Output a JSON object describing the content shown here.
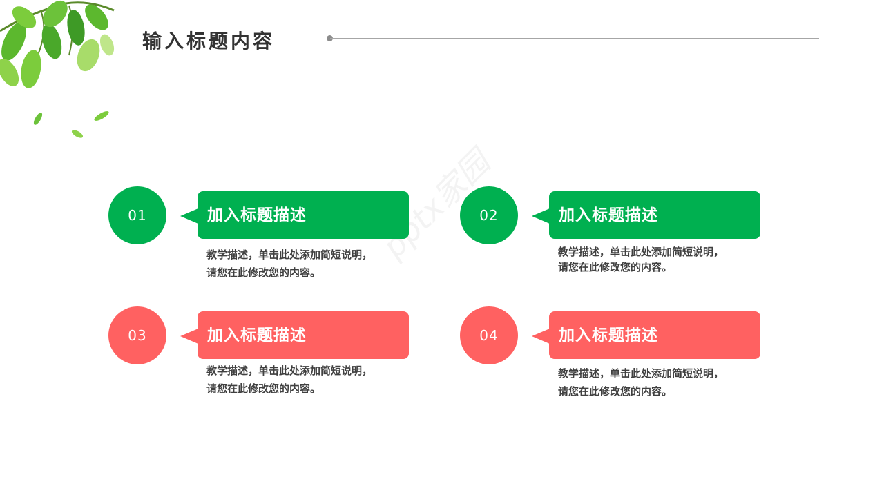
{
  "page": {
    "title": "输入标题内容"
  },
  "watermark": "pptx家园",
  "items": [
    {
      "number": "01",
      "heading": "加入标题描述",
      "description": "教学描述，单击此处添加简短说明，请您在此修改您的内容。",
      "color": "#00b050"
    },
    {
      "number": "02",
      "heading": "加入标题描述",
      "description": "教学描述，单击此处添加简短说明，请您在此修改您的内容。",
      "color": "#00b050"
    },
    {
      "number": "03",
      "heading": "加入标题描述",
      "description": "教学描述，单击此处添加简短说明，请您在此修改您的内容。",
      "color": "#ff6161"
    },
    {
      "number": "04",
      "heading": "加入标题描述",
      "description": "教学描述，单击此处添加简短说明，请您在此修改您的内容。",
      "color": "#ff6161"
    }
  ]
}
